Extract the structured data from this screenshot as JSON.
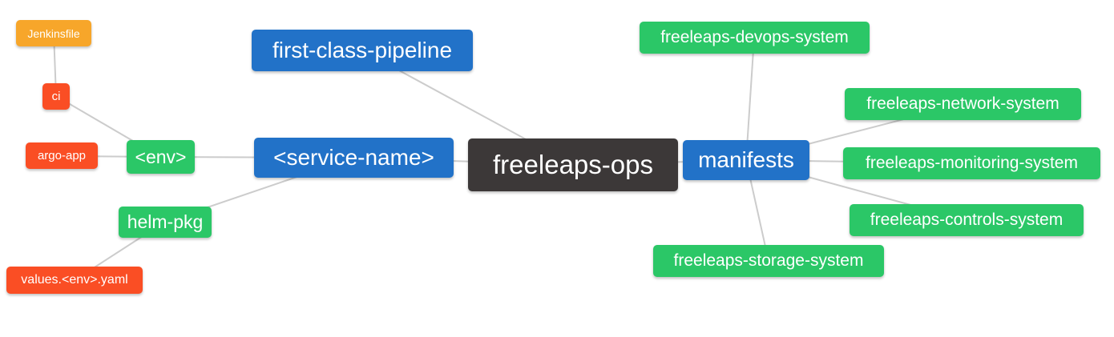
{
  "palette": {
    "canvas_bg": "#FFFFFF",
    "edge_color": "#CCCCCC",
    "text_color": "#FFFFFF",
    "dark_bg": "#3C3838",
    "blue_bg": "#2272C8",
    "green_bg": "#2BC767",
    "red_bg": "#FA4E24",
    "orange_bg": "#F7A62A"
  },
  "nodes": {
    "freeleaps_ops": {
      "label": "freeleaps-ops"
    },
    "first_class_pipeline": {
      "label": "first-class-pipeline"
    },
    "service_name": {
      "label": "<service-name>"
    },
    "manifests": {
      "label": "manifests"
    },
    "env": {
      "label": "<env>"
    },
    "helm_pkg": {
      "label": "helm-pkg"
    },
    "ci": {
      "label": "ci"
    },
    "argo_app": {
      "label": "argo-app"
    },
    "jenkinsfile": {
      "label": "Jenkinsfile"
    },
    "values_env_yaml": {
      "label": "values.<env>.yaml"
    },
    "devops_system": {
      "label": "freeleaps-devops-system"
    },
    "network_system": {
      "label": "freeleaps-network-system"
    },
    "monitoring_system": {
      "label": "freeleaps-monitoring-system"
    },
    "controls_system": {
      "label": "freeleaps-controls-system"
    },
    "storage_system": {
      "label": "freeleaps-storage-system"
    }
  }
}
